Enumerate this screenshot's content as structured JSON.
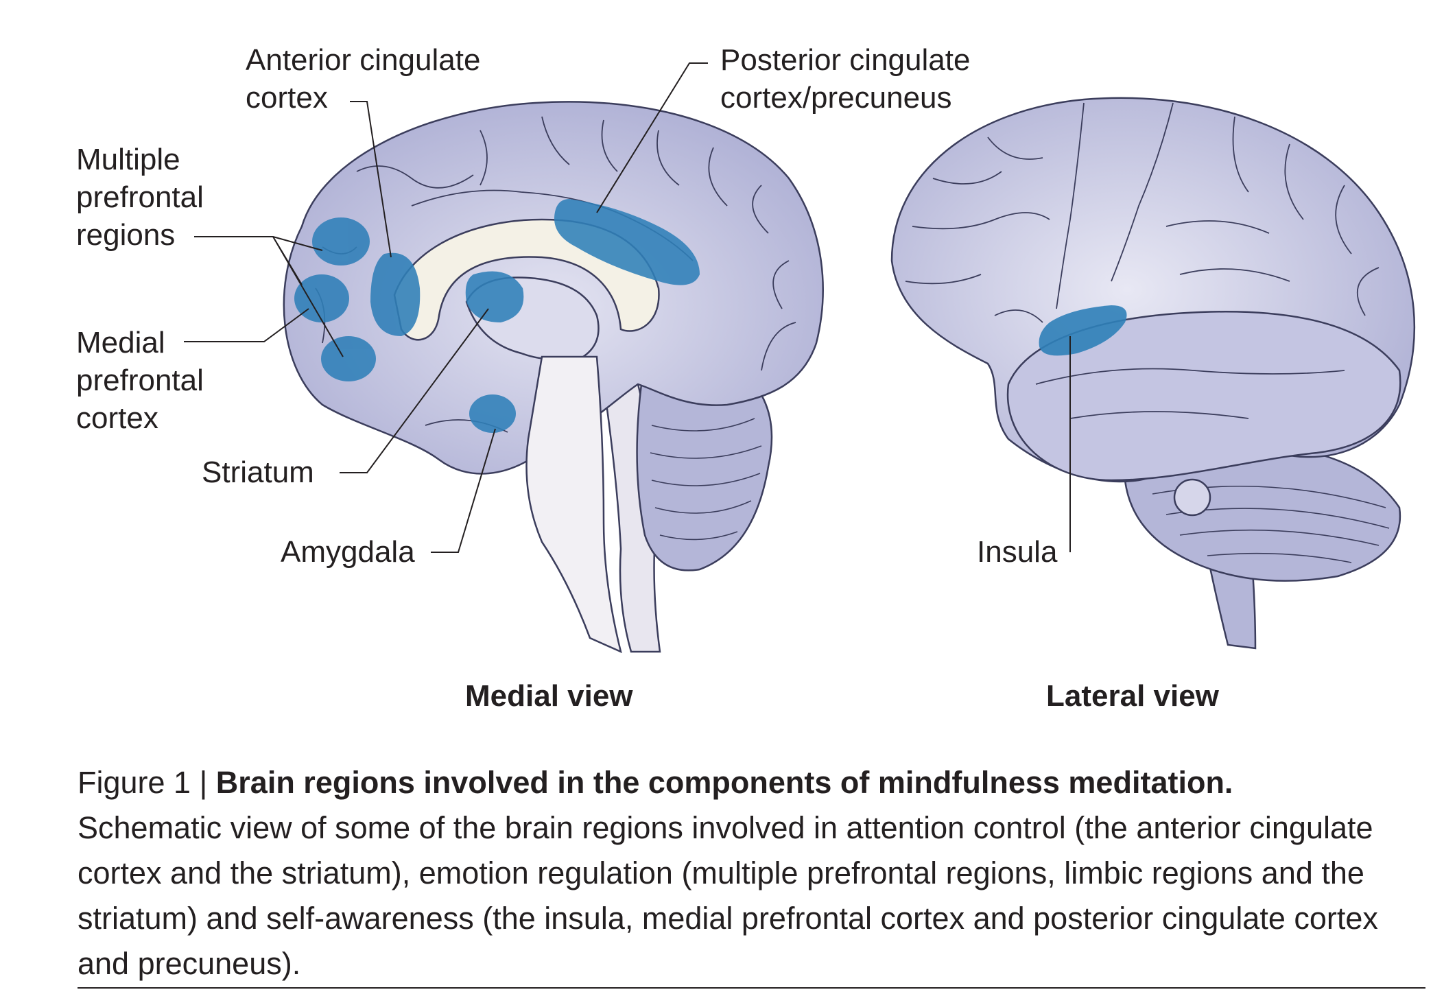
{
  "labels": {
    "anterior_cingulate": [
      "Anterior cingulate",
      "cortex"
    ],
    "posterior_cingulate": [
      "Posterior cingulate",
      "cortex/precuneus"
    ],
    "multiple_prefrontal": [
      "Multiple",
      "prefrontal",
      "regions"
    ],
    "medial_prefrontal": [
      "Medial",
      "prefrontal",
      "cortex"
    ],
    "striatum": "Striatum",
    "amygdala": "Amygdala",
    "insula": "Insula"
  },
  "views": {
    "medial": "Medial view",
    "lateral": "Lateral view"
  },
  "caption": {
    "figure_number": "Figure 1 | ",
    "title": "Brain regions involved in the components of mindfulness meditation.",
    "body": "Schematic view of some of the brain regions involved in attention control (the anterior cingulate cortex and the striatum), emotion regulation (multiple prefrontal regions, limbic regions and the striatum) and self-awareness (the insula, medial prefrontal cortex and posterior cingulate cortex and precuneus)."
  },
  "colors": {
    "brain_fill": "#b9bbdc",
    "brain_light": "#dcdced",
    "white_matter": "#f4f1e6",
    "region_highlight": "#2f7fb8",
    "outline": "#3b3d5c"
  }
}
